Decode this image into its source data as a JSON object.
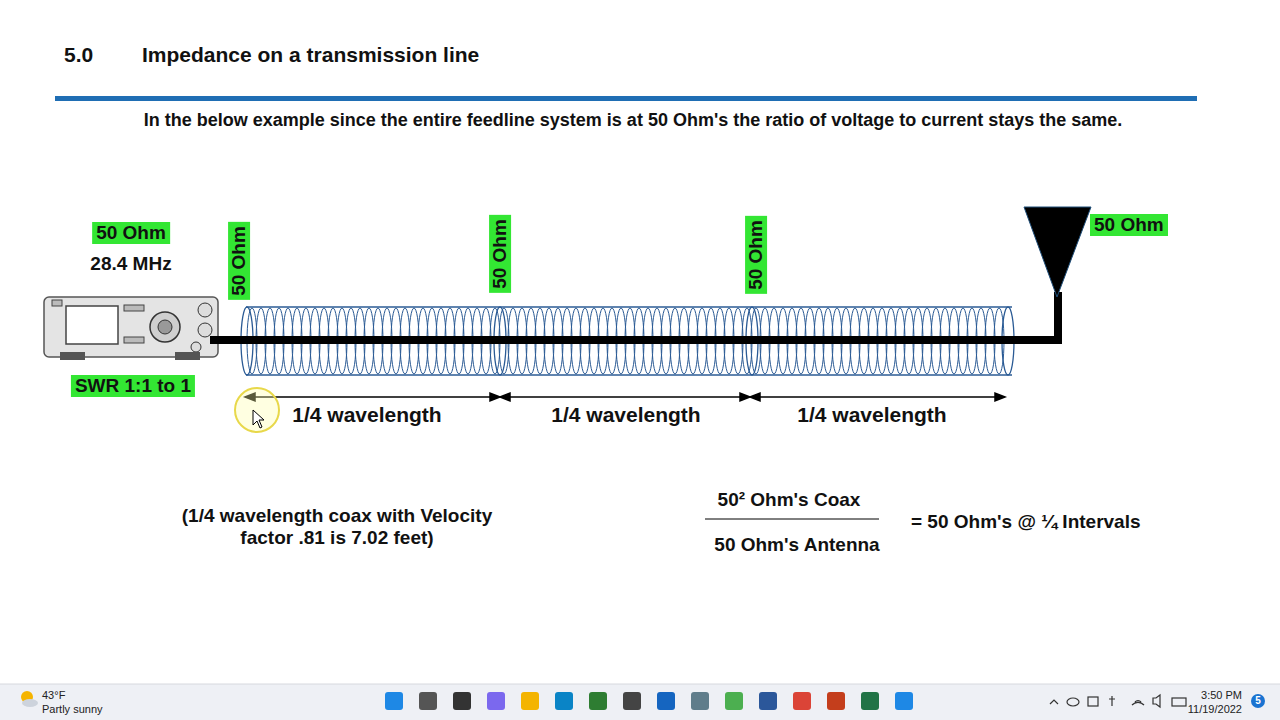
{
  "diagram": {
    "title": "Impedance on a transmission line",
    "labels": [
      "5.0",
      "In the below example since the entire feedline system is at 50 Ohm's the ratio of voltage to current stays the same.",
      "50 Ohm",
      "28.4 MHz",
      "SWR 1:1 to 1",
      "50 Ohm",
      "50 Ohm",
      "50 Ohm",
      "50 Ohm",
      "1/4 wavelength",
      "1/4 wavelength",
      "1/4 wavelength",
      "(1/4 wavelength coax with Velocity factor .81 is 7.02 feet)",
      "50² Ohm's Coax",
      "50 Ohm's Antenna",
      "= 50 Ohm's @ ¼ Intervals",
      "43°F",
      "Partly sunny",
      "3:50 PM",
      "11/19/2022",
      "5"
    ]
  }
}
